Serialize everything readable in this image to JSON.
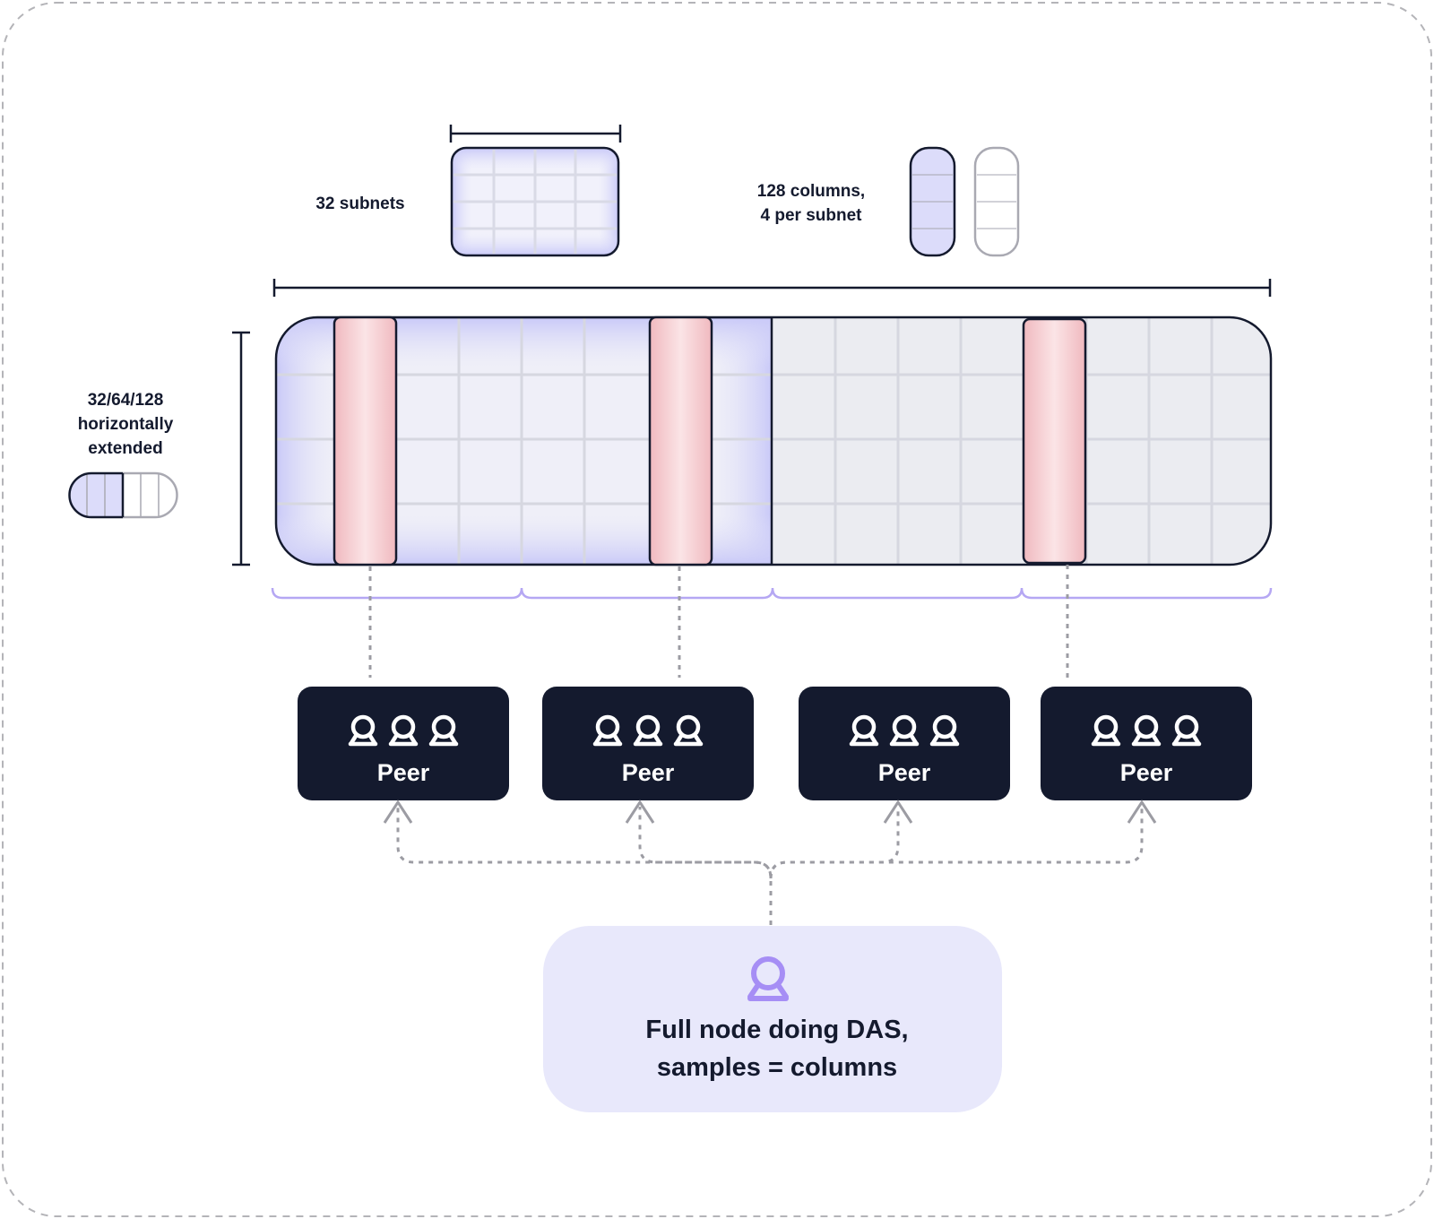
{
  "labels": {
    "subnets": "32 subnets",
    "columns_line1": "128 columns,",
    "columns_line2": "4 per subnet",
    "extended_line1": "32/64/128",
    "extended_line2": "horizontally",
    "extended_line3": "extended"
  },
  "peers": [
    {
      "label": "Peer",
      "icons": [
        "person-icon",
        "person-icon",
        "person-icon"
      ]
    },
    {
      "label": "Peer",
      "icons": [
        "person-icon",
        "person-icon",
        "person-icon"
      ]
    },
    {
      "label": "Peer",
      "icons": [
        "person-icon",
        "person-icon",
        "person-icon"
      ]
    },
    {
      "label": "Peer",
      "icons": [
        "person-icon",
        "person-icon",
        "person-icon"
      ]
    }
  ],
  "full_node": {
    "line1": "Full node doing DAS,",
    "line2": "samples = columns",
    "icon": "person-icon"
  },
  "colors": {
    "dark": "#141a2e",
    "blue_tint": "#d3d3fb",
    "grey_cell": "#ebecf1",
    "red_sample": "#f4c7cb",
    "purple_accent": "#a68ef5",
    "node_bg": "#e8e8fb"
  }
}
